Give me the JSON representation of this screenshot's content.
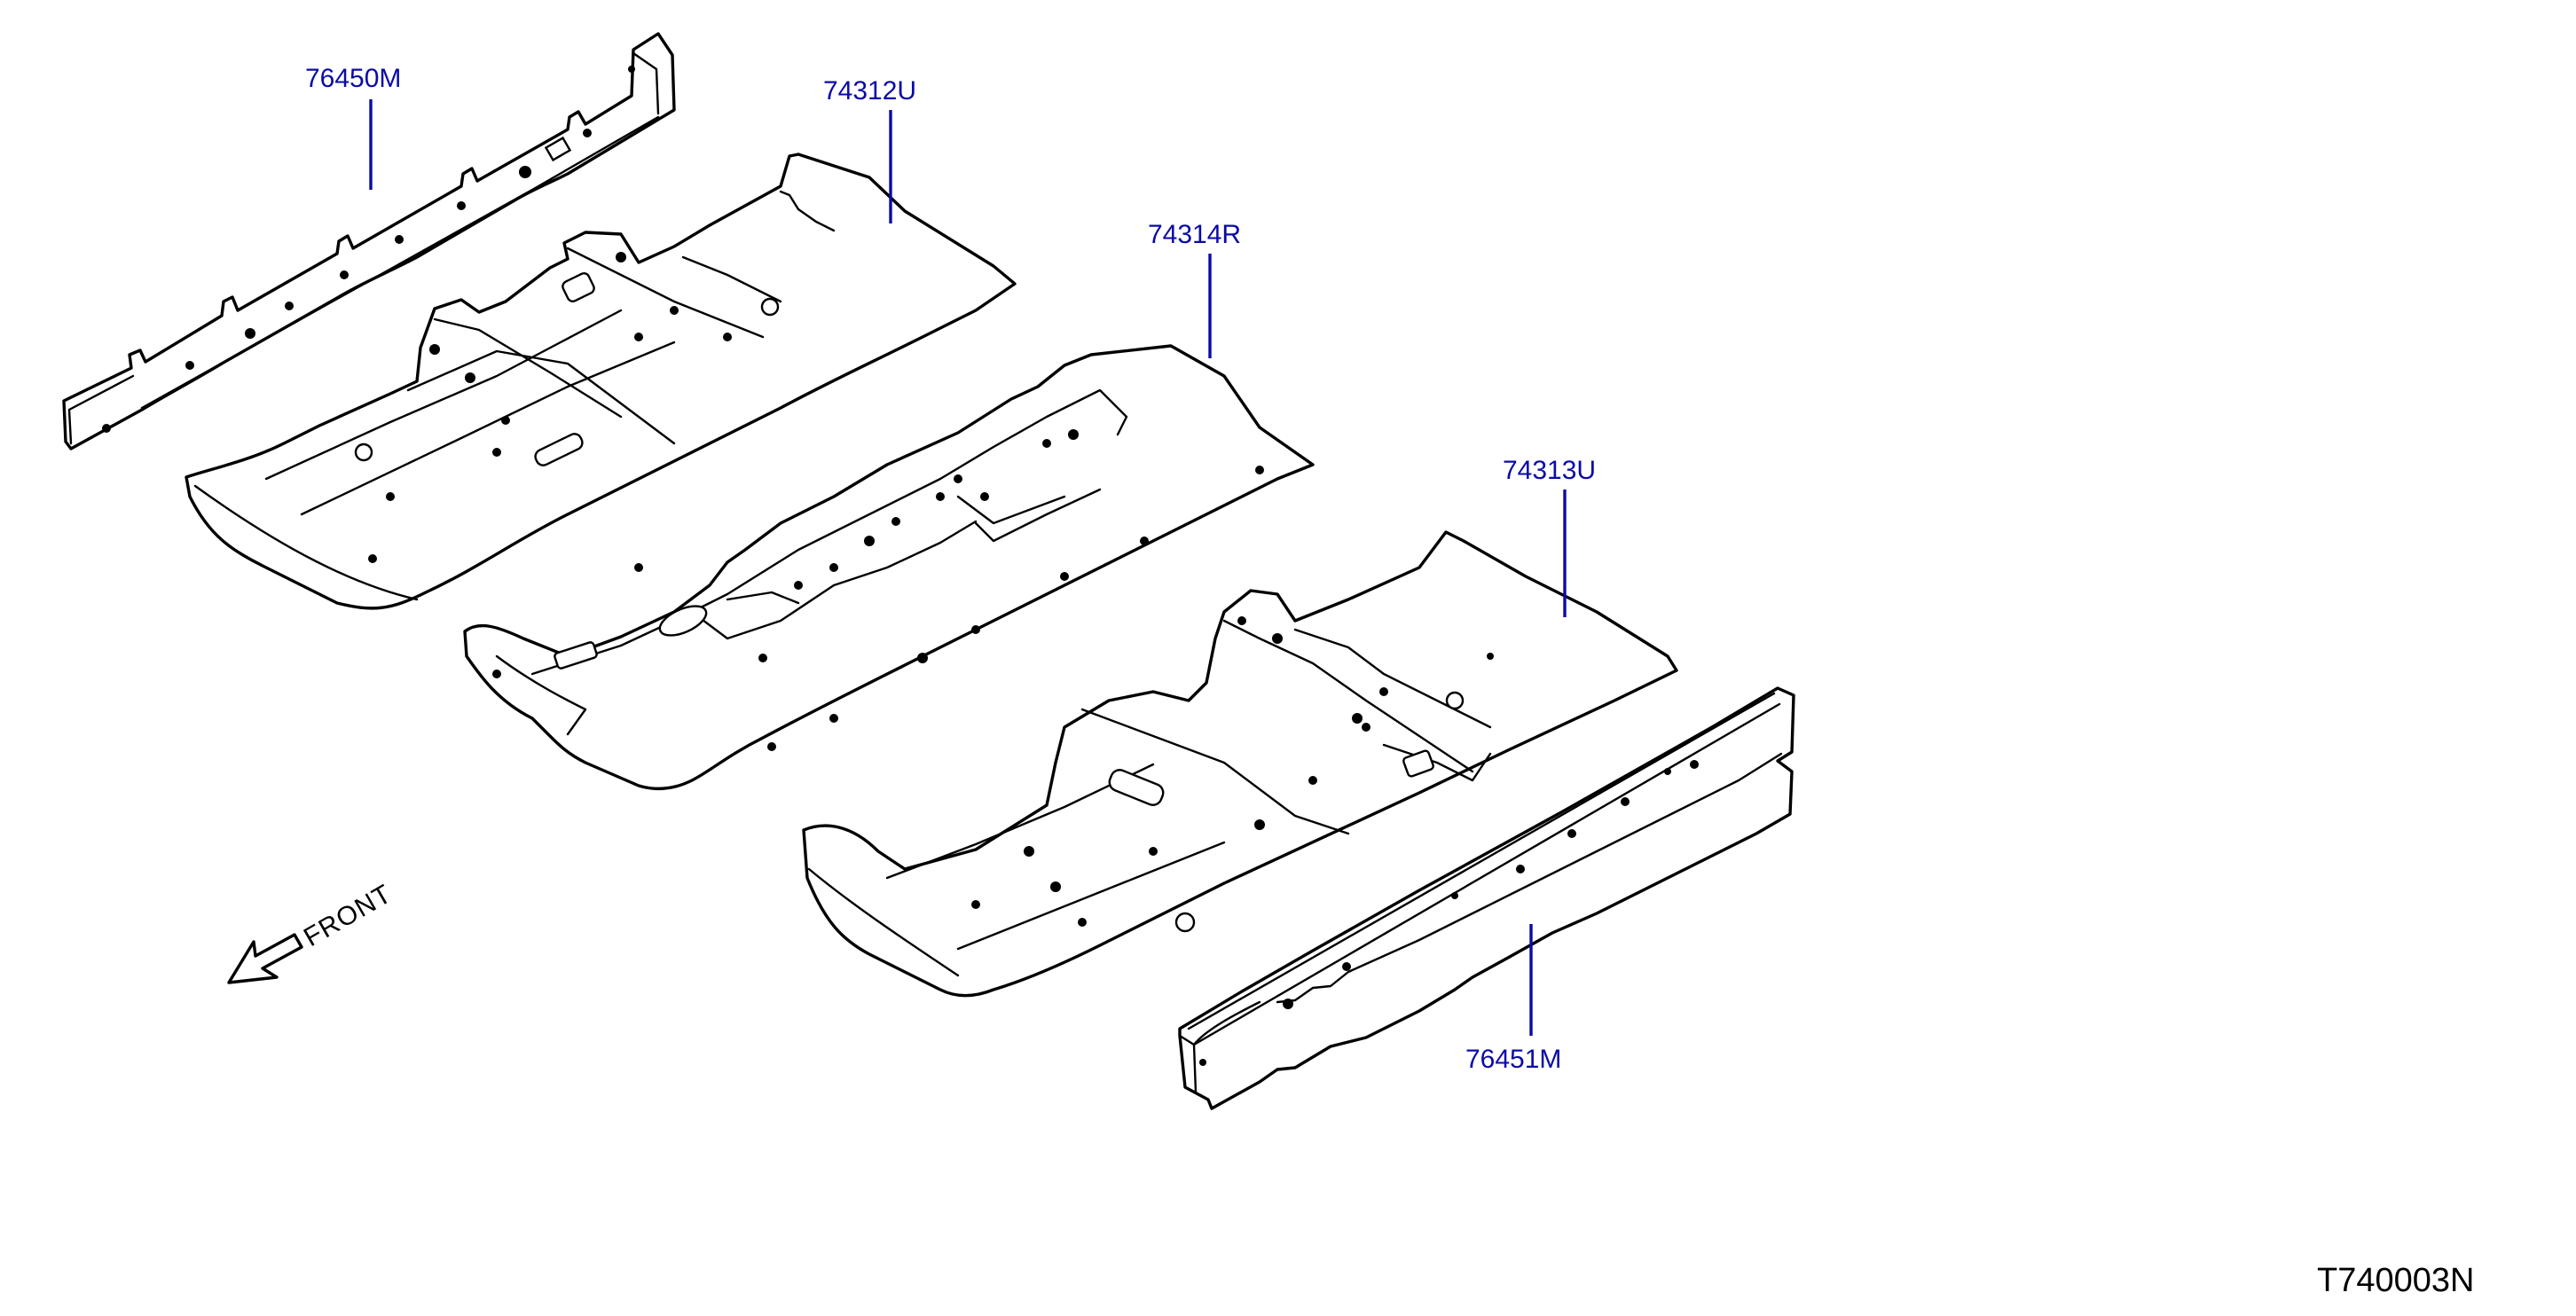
{
  "callouts": [
    {
      "part_number": "76450M"
    },
    {
      "part_number": "74312U"
    },
    {
      "part_number": "74314R"
    },
    {
      "part_number": "74313U"
    },
    {
      "part_number": "76451M"
    }
  ],
  "direction_label": "FRONT",
  "illustration_code": "T740003N",
  "colors": {
    "callout_text": "#0a0aa8",
    "leader_line": "#0a0aa8",
    "linework": "#000000",
    "background": "#ffffff"
  }
}
